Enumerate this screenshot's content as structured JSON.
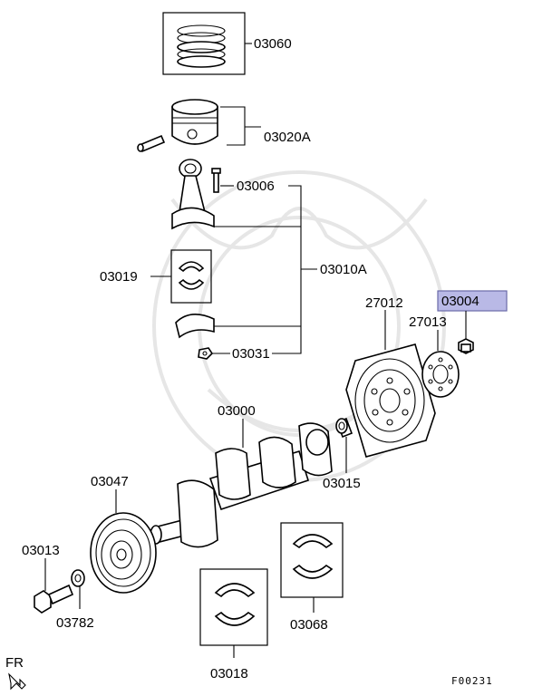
{
  "callouts": {
    "piston_rings": "03060",
    "piston": "03020A",
    "conrod_bolt": "03006",
    "conrod_bearing": "03019",
    "conrod_assy": "03010A",
    "conrod_nut": "03031",
    "flywheel": "27012",
    "flywheel_bolt": "03004",
    "adapter_plate": "27013",
    "crankshaft": "03000",
    "pilot_bushing": "03015",
    "damper_pulley": "03047",
    "pulley_bolt": "03013",
    "washer": "03782",
    "thrust_bearing": "03068",
    "main_bearing": "03018"
  },
  "direction_label": "FR",
  "figure_code": "F00231",
  "highlight_color": "#b9b9e6"
}
